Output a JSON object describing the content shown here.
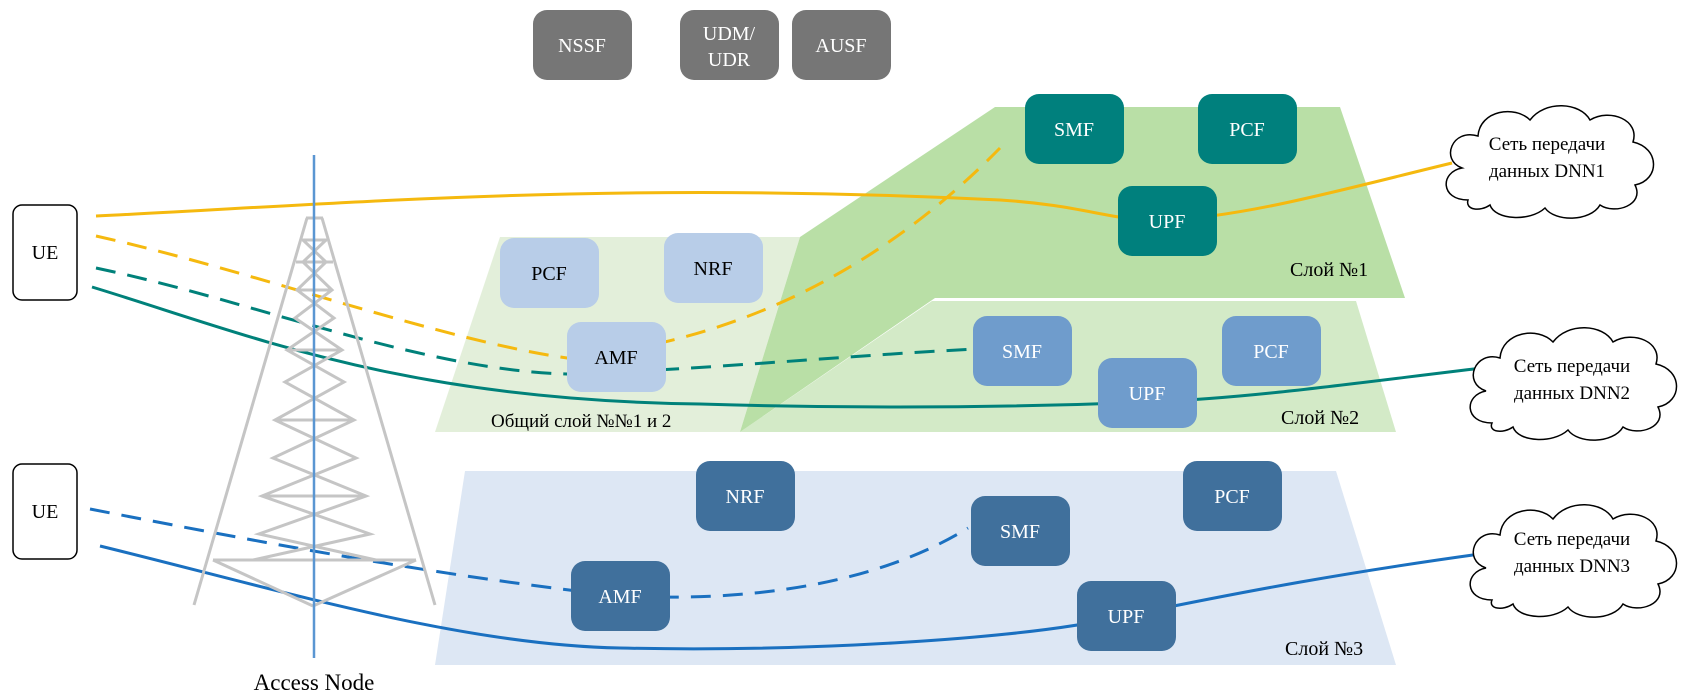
{
  "colors": {
    "gray": "#767676",
    "teal": "#00807d",
    "light_blue_node": "#b8cde8",
    "mid_blue_node": "#6f9ccc",
    "dark_blue_node": "#40709c",
    "yellow_line": "#f5b90f",
    "teal_line": "#00817a",
    "blue_line": "#1a70c0",
    "slice1_fill": "#b9dfa6",
    "slice2_fill": "#d3eac7",
    "shared_fill": "#e3efda",
    "slice3_fill": "#dde7f4",
    "tower": "#c5c5c5",
    "mast": "#5a96d2"
  },
  "top_nodes": {
    "nssf": "NSSF",
    "udm_line1": "UDM/",
    "udm_line2": "UDR",
    "ausf": "AUSF"
  },
  "ue": {
    "top": "UE",
    "bottom": "UE"
  },
  "access_node": "Access Node",
  "shared_layer": {
    "label": "Общий слой №№1 и 2",
    "pcf": "PCF",
    "nrf": "NRF",
    "amf": "AMF"
  },
  "slice1": {
    "label": "Слой №1",
    "smf": "SMF",
    "pcf": "PCF",
    "upf": "UPF"
  },
  "slice2": {
    "label": "Слой №2",
    "smf": "SMF",
    "pcf": "PCF",
    "upf": "UPF"
  },
  "slice3": {
    "label": "Слой №3",
    "nrf": "NRF",
    "smf": "SMF",
    "pcf": "PCF",
    "amf": "AMF",
    "upf": "UPF"
  },
  "dnn": {
    "dnn1_line1": "Сеть передачи",
    "dnn1_line2": "данных DNN1",
    "dnn2_line1": "Сеть передачи",
    "dnn2_line2": "данных DNN2",
    "dnn3_line1": "Сеть передачи",
    "dnn3_line2": "данных DNN3"
  }
}
